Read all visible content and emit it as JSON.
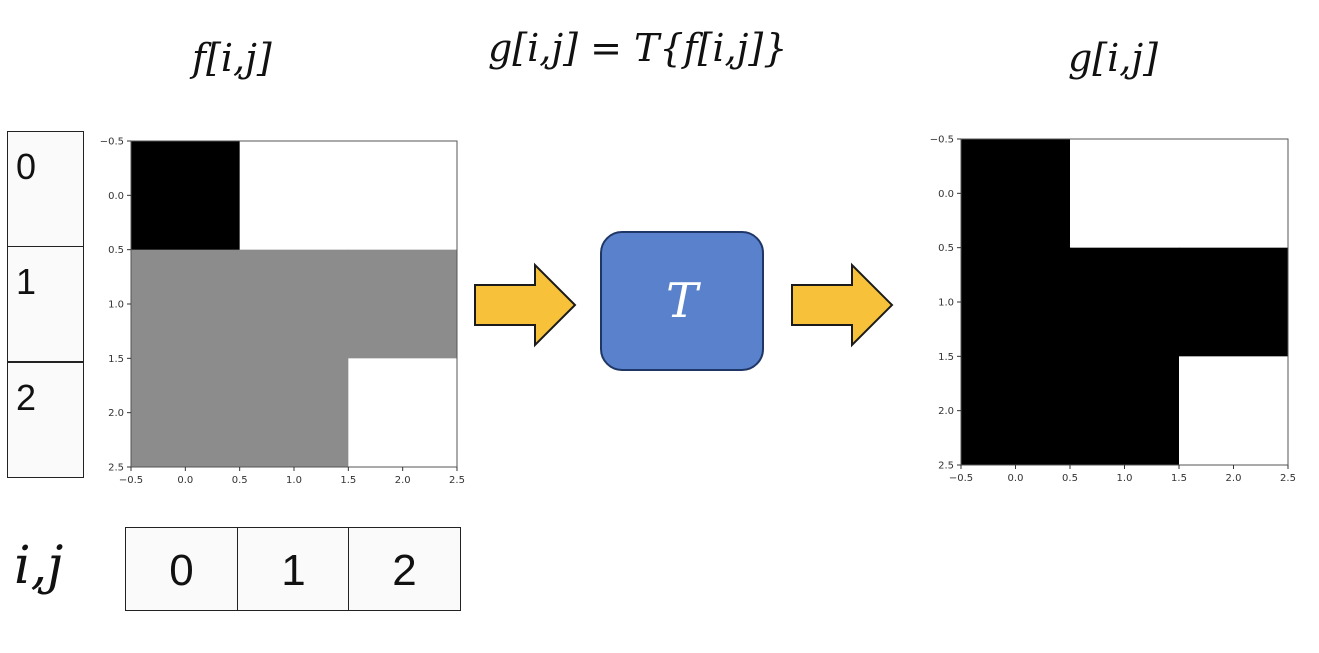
{
  "titles": {
    "input": "f[i,j]",
    "equation": "g[i,j] = T{f[i,j]}",
    "output": "g[i,j]"
  },
  "index_label": "i,j",
  "row_indices": [
    "0",
    "1",
    "2"
  ],
  "col_indices": [
    "0",
    "1",
    "2"
  ],
  "transform_label": "T",
  "colors": {
    "arrow_fill": "#f7c23a",
    "arrow_stroke": "#1b1b1b",
    "transform_box": "#5a82cc",
    "pixel_black": "#000000",
    "pixel_gray": "#8c8c8c",
    "pixel_white": "#ffffff"
  },
  "chart_data": [
    {
      "type": "heatmap",
      "name": "f",
      "title": "f[i,j]",
      "xlim": [
        -0.5,
        2.5
      ],
      "ylim": [
        2.5,
        -0.5
      ],
      "xticks": [
        "-0.5",
        "0.0",
        "0.5",
        "1.0",
        "1.5",
        "2.0",
        "2.5"
      ],
      "yticks": [
        "-0.5",
        "0.0",
        "0.5",
        "1.0",
        "1.5",
        "2.0",
        "2.5"
      ],
      "values": [
        [
          0,
          255,
          255
        ],
        [
          140,
          140,
          140
        ],
        [
          140,
          140,
          255
        ]
      ]
    },
    {
      "type": "heatmap",
      "name": "g",
      "title": "g[i,j]",
      "xlim": [
        -0.5,
        2.5
      ],
      "ylim": [
        2.5,
        -0.5
      ],
      "xticks": [
        "-0.5",
        "0.0",
        "0.5",
        "1.0",
        "1.5",
        "2.0",
        "2.5"
      ],
      "yticks": [
        "-0.5",
        "0.0",
        "0.5",
        "1.0",
        "1.5",
        "2.0",
        "2.5"
      ],
      "values": [
        [
          0,
          255,
          255
        ],
        [
          0,
          0,
          0
        ],
        [
          0,
          0,
          255
        ]
      ]
    }
  ]
}
